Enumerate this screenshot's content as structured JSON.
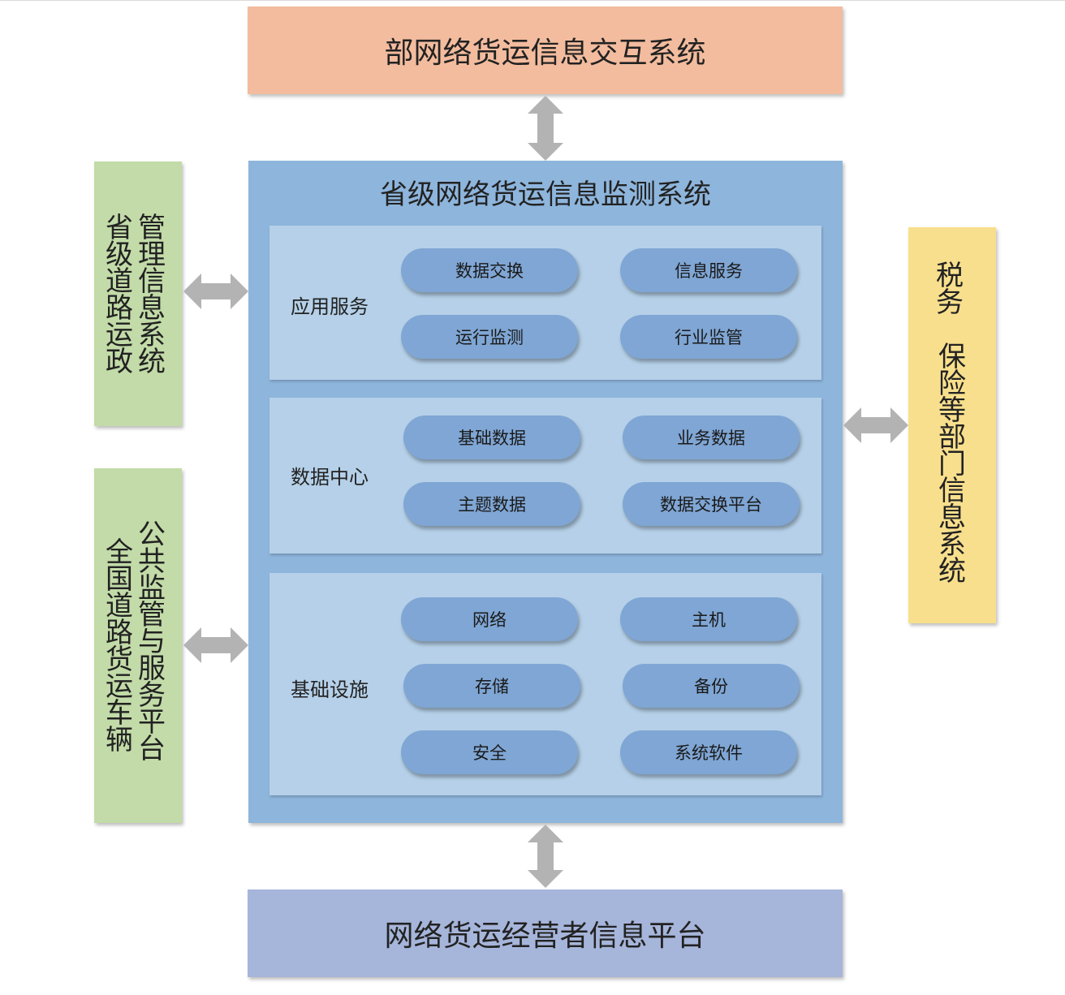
{
  "top_system": "部网络货运信息交互系统",
  "bottom_system": "网络货运经营者信息平台",
  "center": {
    "title": "省级网络货运信息监测系统",
    "sections": [
      {
        "label": "应用服务",
        "items": [
          "数据交换",
          "信息服务",
          "运行监测",
          "行业监管"
        ]
      },
      {
        "label": "数据中心",
        "items": [
          "基础数据",
          "业务数据",
          "主题数据",
          "数据交换平台"
        ]
      },
      {
        "label": "基础设施",
        "items": [
          "网络",
          "主机",
          "存储",
          "备份",
          "安全",
          "系统软件"
        ]
      }
    ]
  },
  "left_top": {
    "col1": "省级道路运政",
    "col2": "管理信息系统"
  },
  "left_bottom": {
    "col1": "全国道路货运车辆",
    "col2": "公共监管与服务平台"
  },
  "right": {
    "col1": "税务",
    "col2": "保险等部门信息系统"
  },
  "colors": {
    "top": "#f3bc9e",
    "bottom": "#a6b5da",
    "center": "#8eb5dc",
    "section": "#b5d0e8",
    "pill": "#7fa6d4",
    "left": "#c2dba8",
    "right": "#f8df8d",
    "arrow": "#b3b3b3"
  }
}
